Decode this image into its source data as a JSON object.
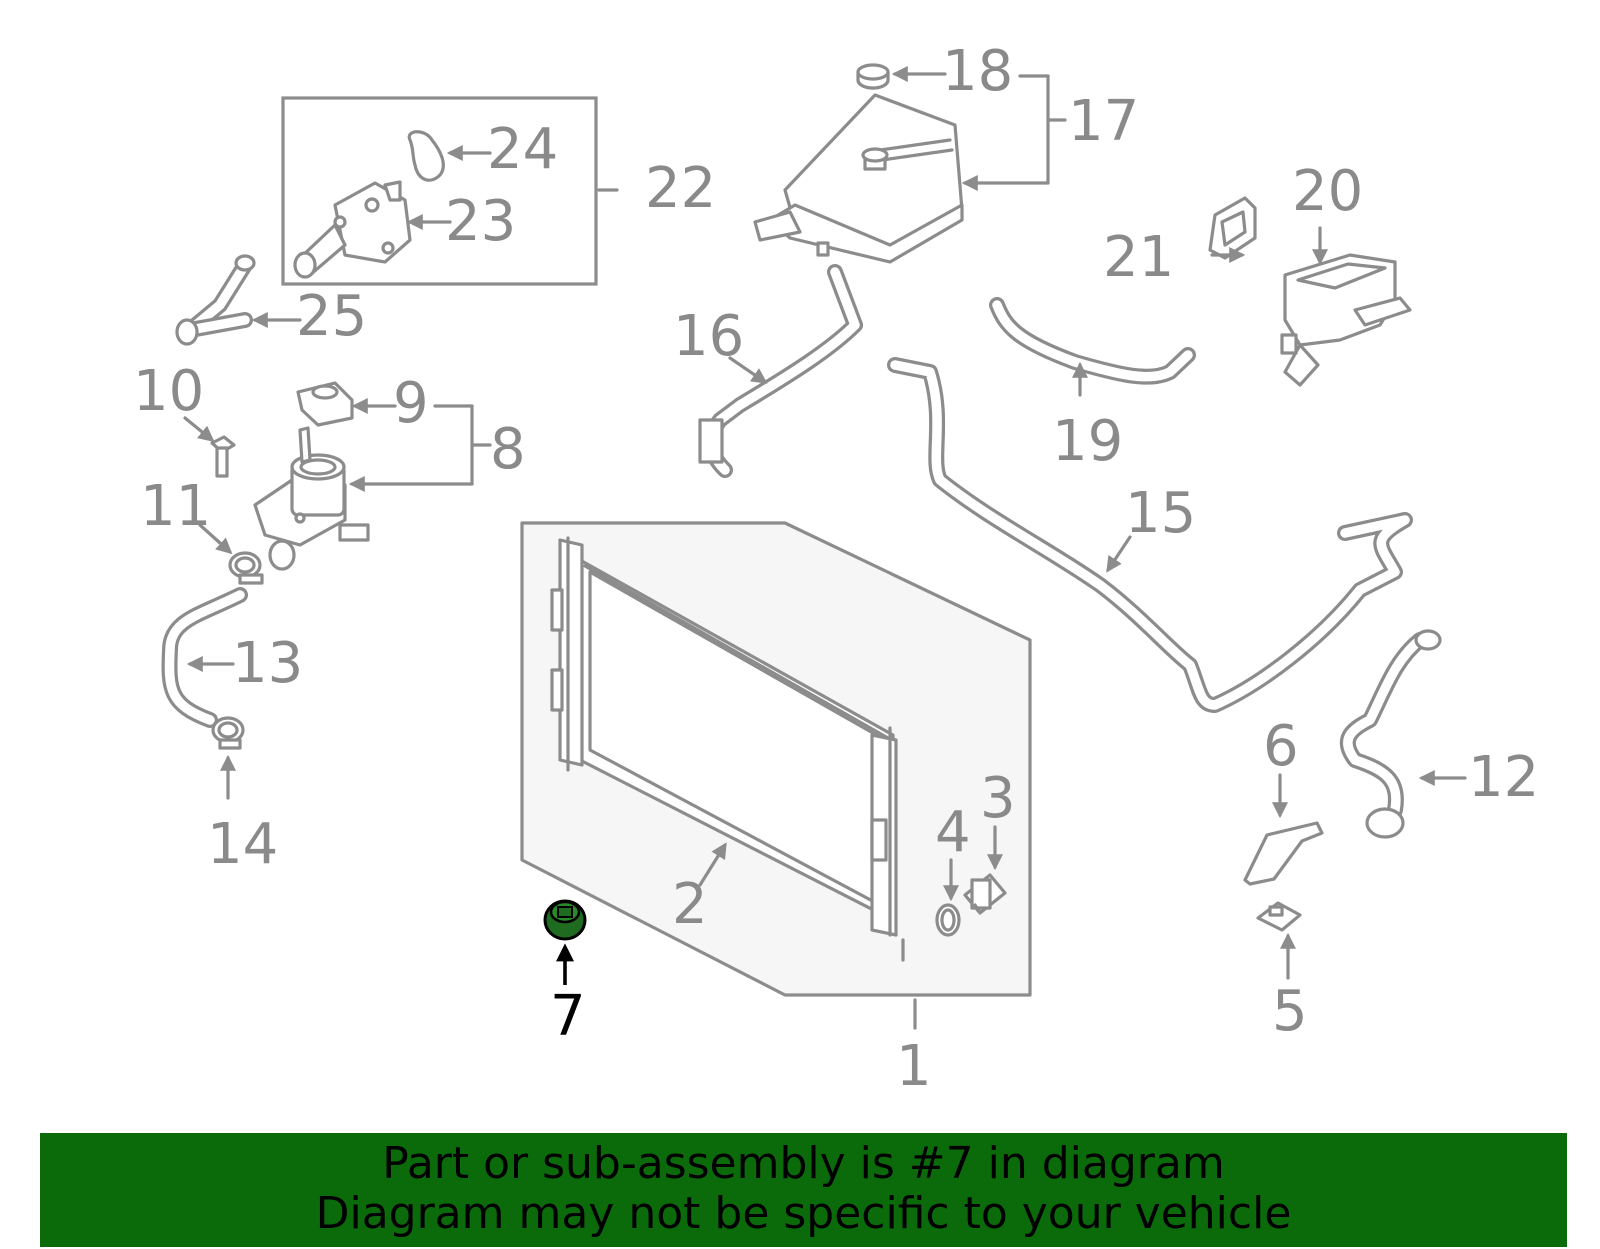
{
  "diagram": {
    "highlighted_part": "7",
    "highlight_color": "#1f6b1f",
    "callouts": {
      "c1": "1",
      "c2": "2",
      "c3": "3",
      "c4": "4",
      "c5": "5",
      "c6": "6",
      "c7": "7",
      "c8": "8",
      "c9": "9",
      "c10": "10",
      "c11": "11",
      "c12": "12",
      "c13": "13",
      "c14": "14",
      "c15": "15",
      "c16": "16",
      "c17": "17",
      "c18": "18",
      "c19": "19",
      "c20": "20",
      "c21": "21",
      "c22": "22",
      "c23": "23",
      "c24": "24",
      "c25": "25"
    }
  },
  "banner": {
    "line1": "Part or sub-assembly is #7 in diagram",
    "line2": "Diagram may not be specific to your vehicle",
    "background": "#0b6b0b"
  }
}
